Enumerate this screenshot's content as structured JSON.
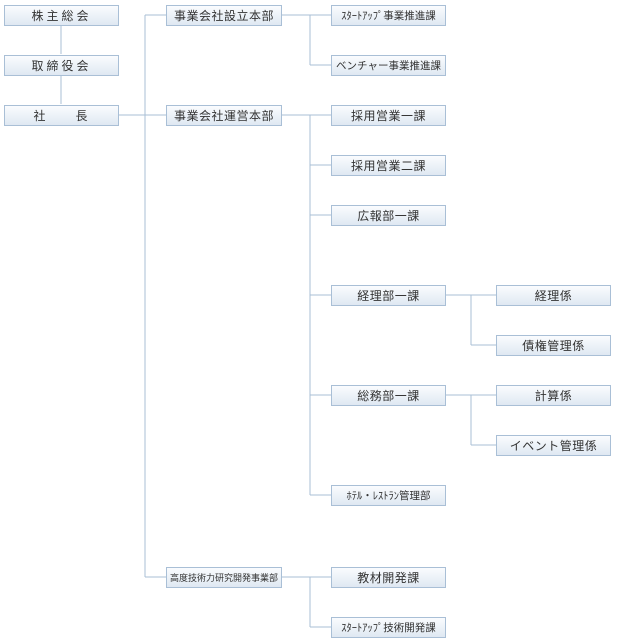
{
  "colors": {
    "line": "#a9bfd6",
    "box_border": "#a9bfd6",
    "box_top": "#fafcfe",
    "box_bottom": "#dfe8f2",
    "text": "#333333"
  },
  "org": {
    "shareholders": "株主総会",
    "board": "取締役会",
    "president": "社　　長",
    "hq_establish": {
      "label": "事業会社設立本部",
      "units": [
        "ｽﾀｰﾄｱｯﾌﾟ事業推進課",
        "ベンチャー事業推進課"
      ]
    },
    "hq_operations": {
      "label": "事業会社運営本部",
      "units": [
        {
          "label": "採用営業一課"
        },
        {
          "label": "採用営業二課"
        },
        {
          "label": "広報部一課"
        },
        {
          "label": "経理部一課",
          "sections": [
            "経理係",
            "債権管理係"
          ]
        },
        {
          "label": "総務部一課",
          "sections": [
            "計算係",
            "イベント管理係"
          ]
        },
        {
          "label": "ﾎﾃﾙ・ﾚｽﾄﾗﾝ管理部"
        }
      ]
    },
    "hq_tech": {
      "label": "高度技術力研究開発事業部",
      "units": [
        "教材開発課",
        "ｽﾀｰﾄｱｯﾌﾟ技術開発課"
      ]
    }
  }
}
